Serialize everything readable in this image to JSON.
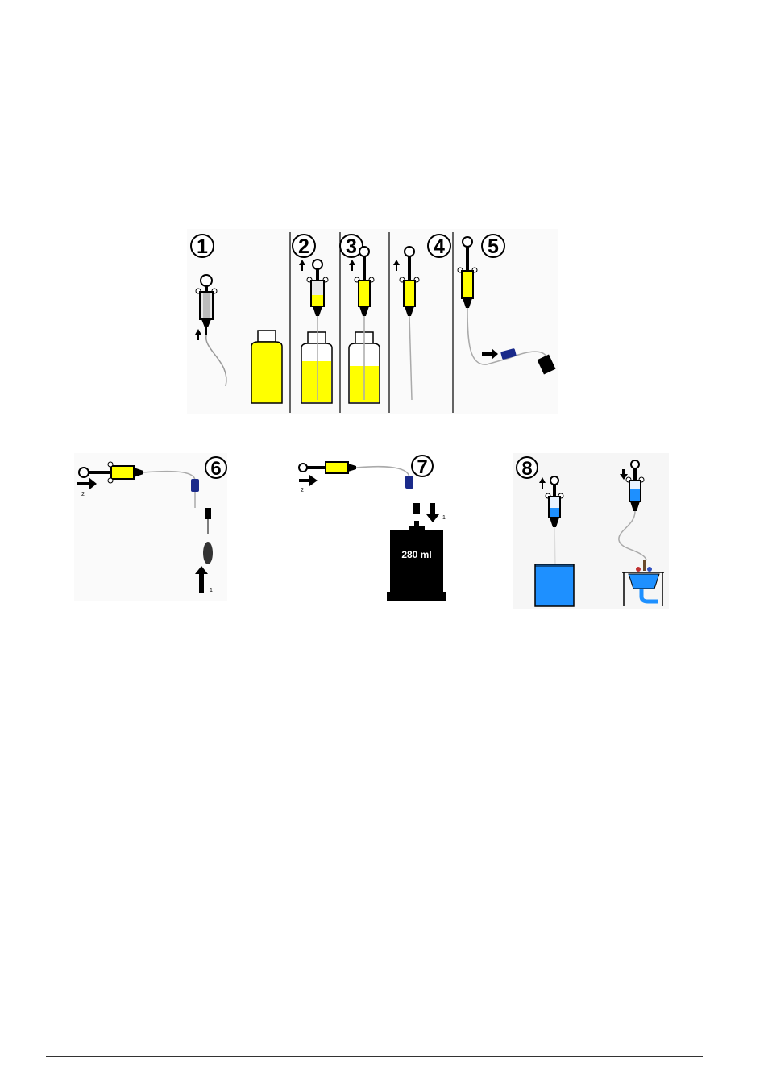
{
  "steps": {
    "s1": "1",
    "s2": "2",
    "s3": "3",
    "s4": "4",
    "s5": "5",
    "s6": "6",
    "s7": "7",
    "s8": "8"
  },
  "arrow_labels": {
    "six_horizontal": "2",
    "six_vertical": "1",
    "seven_horizontal": "2",
    "seven_vertical": "1"
  },
  "cartridge_label": "280 ml",
  "colors": {
    "liquid_yellow": "#ffff00",
    "water_blue": "#1e90ff",
    "dark": "#000000",
    "connector_blue": "#1a2a8a"
  },
  "icons": [
    "syringe-icon",
    "bottle-icon",
    "tube-icon",
    "arrow-icon",
    "cartridge-icon",
    "beaker-icon",
    "sink-icon",
    "adapter-icon"
  ]
}
